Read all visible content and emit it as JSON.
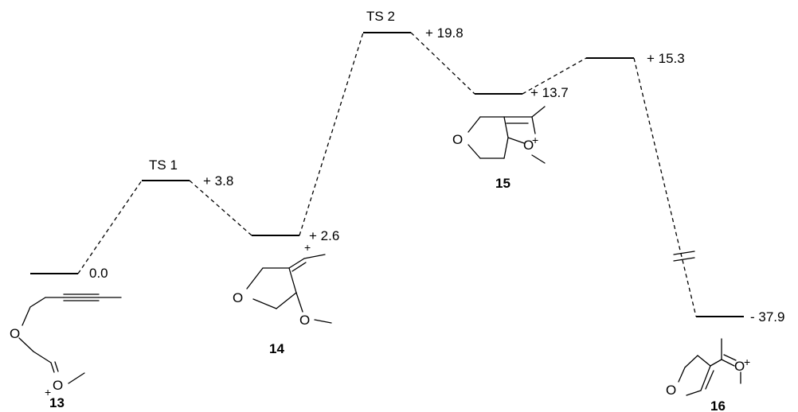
{
  "levels": {
    "s13": {
      "energy": "0.0"
    },
    "ts1": {
      "label": "TS 1",
      "energy": "+ 3.8"
    },
    "s14": {
      "energy": "+ 2.6"
    },
    "ts2": {
      "label": "TS 2",
      "energy": "+ 19.8"
    },
    "s15": {
      "energy": "+ 13.7"
    },
    "ts3": {
      "energy": "+ 15.3"
    },
    "s16": {
      "energy": "- 37.9"
    }
  },
  "compounds": {
    "c13": {
      "number": "13"
    },
    "c14": {
      "number": "14"
    },
    "c15": {
      "number": "15"
    },
    "c16": {
      "number": "16"
    }
  },
  "atoms": {
    "oxygen": "O",
    "plus": "+"
  }
}
